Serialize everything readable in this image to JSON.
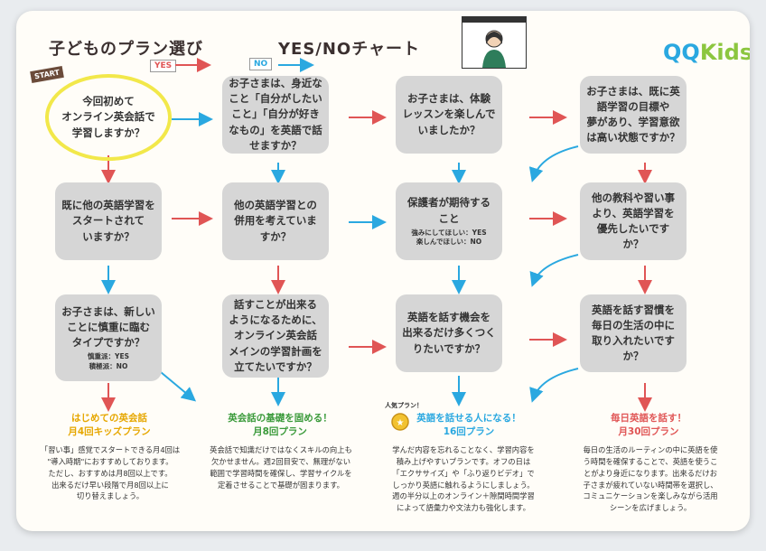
{
  "header": {
    "title_left": "子どものプラン選び",
    "title_right": "YES/NOチャート",
    "logo_q": "QQ",
    "logo_k": "Kids",
    "start_sign": "START"
  },
  "legend": {
    "yes": "YES",
    "no": "NO"
  },
  "nodes": [
    {
      "text": "今回初めて\nオンライン英会話で\n学習しますか？",
      "sub": ""
    },
    {
      "text": "お子さまは、身近な\nこと「自分がしたい\nこと」「自分が好き\nなもの」を英語で話\nせますか？",
      "sub": ""
    },
    {
      "text": "お子さまは、体験\nレッスンを楽しんで\nいましたか？",
      "sub": ""
    },
    {
      "text": "お子さまは、既に英\n語学習の目標や\n夢があり、学習意欲\nは高い状態ですか？",
      "sub": ""
    },
    {
      "text": "既に他の英語学習を\nスタートされて\nいますか？",
      "sub": ""
    },
    {
      "text": "他の英語学習との\n併用を考えていま\nすか？",
      "sub": ""
    },
    {
      "text": "保護者が期待する\nこと",
      "sub": "強みにしてほしい：YES\n楽しんでほしい：NO"
    },
    {
      "text": "他の教科や習い事\nより、英語学習を\n優先したいです\nか？",
      "sub": ""
    },
    {
      "text": "お子さまは、新しい\nことに慎重に臨む\nタイプですか？",
      "sub": "慎重派：YES\n積極派：NO"
    },
    {
      "text": "話すことが出来る\nようになるために、\nオンライン英会話\nメインの学習計画を\n立てたいですか？",
      "sub": ""
    },
    {
      "text": "英語を話す機会を\n出来るだけ多くつく\nりたいですか？",
      "sub": ""
    },
    {
      "text": "英語を話す習慣を\n毎日の生活の中に\n取り入れたいですか？",
      "sub": ""
    }
  ],
  "plans": [
    {
      "name": "はじめての英会話",
      "count": "月4回キッズプラン",
      "color": "#e6a700",
      "desc": "「習い事」感覚でスタートできる月4回は\n\"導入時期\"におすすめしております。\nただし、おすすめは月8回以上です。\n出来るだけ早い段階で月8回以上に\n切り替えましょう。"
    },
    {
      "name": "英会話の基礎を固める！",
      "count": "月8回プラン",
      "color": "#3a9a3a",
      "desc": "英会話で知識だけではなくスキルの向上も\n欠かせません。週2回目安で、無理がない\n範囲で学習時間を確保し、学習サイクルを\n定着させることで基礎が固まります。"
    },
    {
      "name": "英語を話せる人になる！",
      "count": "16回プラン",
      "color": "#2aa8e0",
      "desc": "学んだ内容を忘れることなく、学習内容を\n積み上げやすいプランです。オフの日は\n「エクササイズ」や「ふり返りビデオ」で\nしっかり英語に触れるようにしましょう。\n週の半分以上のオンライン＋隙間時間学習\nによって語彙力や文法力も強化します。"
    },
    {
      "name": "毎日英語を話す！",
      "count": "月30回プラン",
      "color": "#e05555",
      "desc": "毎日の生活のルーティンの中に英語を使\nう時間を確保することで、英語を使うこ\nとがより身近になります。出来るだけお\n子さまが疲れていない時間帯を選択し、\nコミュニケーションを楽しみながら活用\nシーンを広げましょう。"
    }
  ],
  "popular_label": "人気プラン！",
  "colors": {
    "yes": "#e05555",
    "no": "#2aa8e0",
    "node": "#d6d6d6"
  }
}
